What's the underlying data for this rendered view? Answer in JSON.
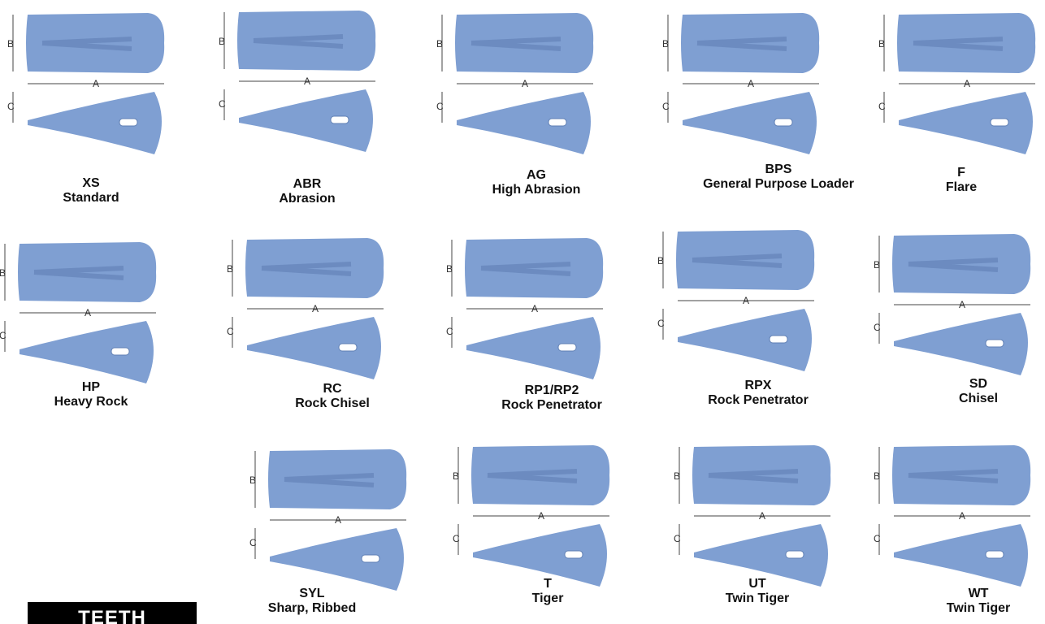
{
  "teeth": [
    {
      "code": "XS",
      "name": "Standard"
    },
    {
      "code": "ABR",
      "name": "Abrasion"
    },
    {
      "code": "AG",
      "name": "High Abrasion"
    },
    {
      "code": "BPS",
      "name": "General Purpose Loader"
    },
    {
      "code": "F",
      "name": "Flare"
    },
    {
      "code": "HP",
      "name": "Heavy Rock"
    },
    {
      "code": "RC",
      "name": "Rock Chisel"
    },
    {
      "code": "RP1/RP2",
      "name": "Rock Penetrator"
    },
    {
      "code": "RPX",
      "name": "Rock Penetrator"
    },
    {
      "code": "SD",
      "name": "Chisel"
    },
    {
      "code": "SYL",
      "name": "Sharp, Ribbed"
    },
    {
      "code": "T",
      "name": "Tiger"
    },
    {
      "code": "UT",
      "name": "Twin Tiger"
    },
    {
      "code": "WT",
      "name": "Twin Tiger"
    }
  ],
  "dimension_labels": {
    "a": "A",
    "b": "B",
    "c": "C"
  },
  "section_title": "TEETH",
  "colors": {
    "tooth": "#7f9fd2",
    "tooth_dark": "#5f7fb4",
    "dim_line": "#444444",
    "banner": "#000000"
  }
}
